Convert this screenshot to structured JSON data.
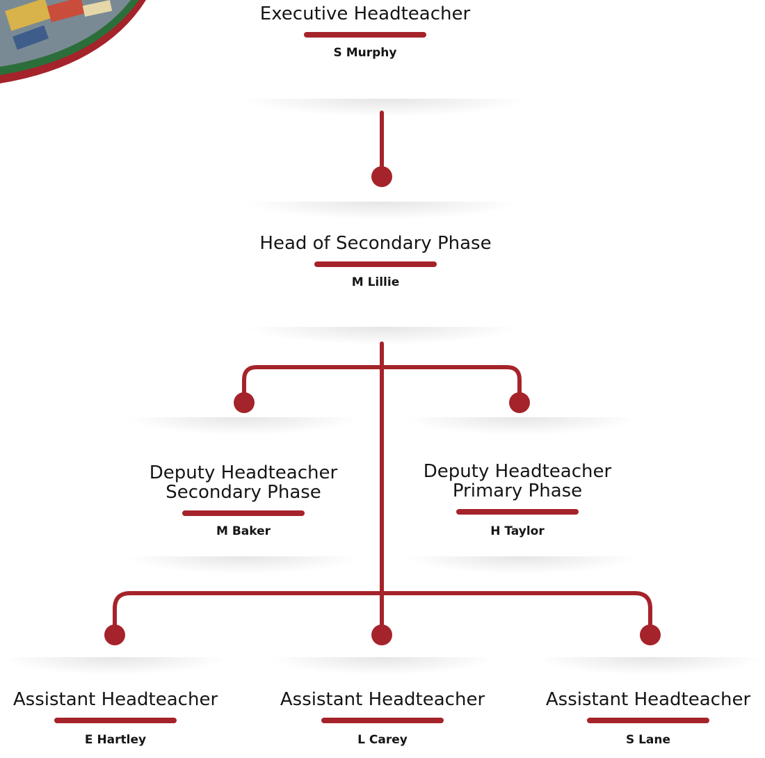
{
  "colors": {
    "accent": "#a5232a",
    "text": "#151515"
  },
  "chart_data": {
    "type": "org-chart",
    "nodes": [
      {
        "id": "exec",
        "role": "Executive Headteacher",
        "name": "S Murphy",
        "reports_to": null
      },
      {
        "id": "head",
        "role": "Head of Secondary Phase",
        "name": "M Lillie",
        "reports_to": "exec"
      },
      {
        "id": "dep_sec",
        "role": "Deputy Headteacher Secondary Phase",
        "name": "M Baker",
        "reports_to": "head"
      },
      {
        "id": "dep_pri",
        "role": "Deputy Headteacher Primary Phase",
        "name": "H Taylor",
        "reports_to": "head"
      },
      {
        "id": "ah1",
        "role": "Assistant Headteacher",
        "name": "E Hartley",
        "reports_to": "head"
      },
      {
        "id": "ah2",
        "role": "Assistant Headteacher",
        "name": "L Carey",
        "reports_to": "head"
      },
      {
        "id": "ah3",
        "role": "Assistant Headteacher",
        "name": "S Lane",
        "reports_to": "head"
      }
    ]
  },
  "exec": {
    "role": "Executive Headteacher",
    "name": "S Murphy"
  },
  "head": {
    "role": "Head of Secondary Phase",
    "name": "M Lillie"
  },
  "dep_sec": {
    "role_line1": "Deputy Headteacher",
    "role_line2": "Secondary Phase",
    "name": "M Baker"
  },
  "dep_pri": {
    "role_line1": "Deputy Headteacher",
    "role_line2": "Primary Phase",
    "name": "H Taylor"
  },
  "ah1": {
    "role": "Assistant Headteacher",
    "name": "E Hartley"
  },
  "ah2": {
    "role": "Assistant Headteacher",
    "name": "L Carey"
  },
  "ah3": {
    "role": "Assistant Headteacher",
    "name": "S Lane"
  }
}
